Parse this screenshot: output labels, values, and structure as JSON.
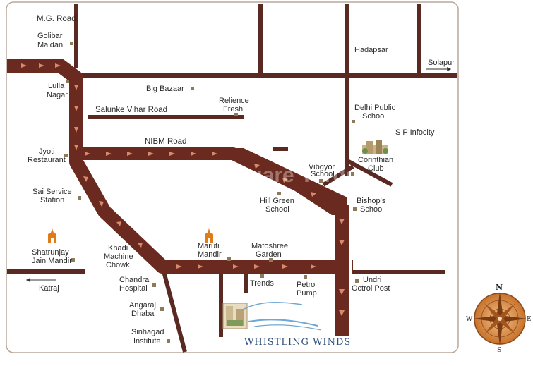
{
  "map": {
    "watermark": "Square Yards",
    "roads": {
      "mg_road": "M.G. Road",
      "salunke_vihar_road": "Salunke Vihar Road",
      "nibm_road": "NIBM Road"
    },
    "directions": {
      "solapur": "Solapur",
      "katraj": "Katraj"
    },
    "landmarks": {
      "golibar_maidan": [
        "Golibar",
        "Maidan"
      ],
      "hadapsar": "Hadapsar",
      "lulla_nagar": [
        "Lulla",
        "Nagar"
      ],
      "big_bazaar": "Big Bazaar",
      "relience_fresh": [
        "Relience",
        "Fresh"
      ],
      "delhi_public_school": [
        "Delhi Public",
        "School"
      ],
      "sp_infocity": "S P Infocity",
      "jyoti_restaurant": [
        "Jyoti",
        "Restaurant"
      ],
      "corinthian_club": [
        "Corinthian",
        "Club"
      ],
      "vibgyor_school": [
        "Vibgyor",
        "School"
      ],
      "sai_service_station": [
        "Sai Service",
        "Station"
      ],
      "hill_green_school": [
        "Hill Green",
        "School"
      ],
      "bishops_school": [
        "Bishop's",
        "School"
      ],
      "shatrunjay_jain_mandir": [
        "Shatrunjay",
        "Jain Mandir"
      ],
      "khadi_machine_chowk": [
        "Khadi",
        "Machine",
        "Chowk"
      ],
      "maruti_mandir": [
        "Maruti",
        "Mandir"
      ],
      "matoshree_garden": [
        "Matoshree",
        "Garden"
      ],
      "chandra_hospital": [
        "Chandra",
        "Hospital"
      ],
      "trends": "Trends",
      "petrol_pump": [
        "Petrol",
        "Pump"
      ],
      "undri_octroi_post": [
        "Undri",
        "Octroi Post"
      ],
      "angaraj_dhaba": [
        "Angaraj",
        "Dhaba"
      ],
      "sinhagad_institute": [
        "Sinhagad",
        "Institute"
      ]
    },
    "project": {
      "name": "WHISTLING WINDS"
    },
    "compass": {
      "north": "N",
      "south": "S",
      "east": "E",
      "west": "W"
    },
    "colors": {
      "main_road": "#6b2a1f",
      "minor_road": "#5a2a22",
      "arrow": "#d98a6e",
      "marker": "#8c7a5a",
      "temple": "#e07b1a",
      "brand": "#2f4f79",
      "frame": "#b9a79a"
    }
  }
}
